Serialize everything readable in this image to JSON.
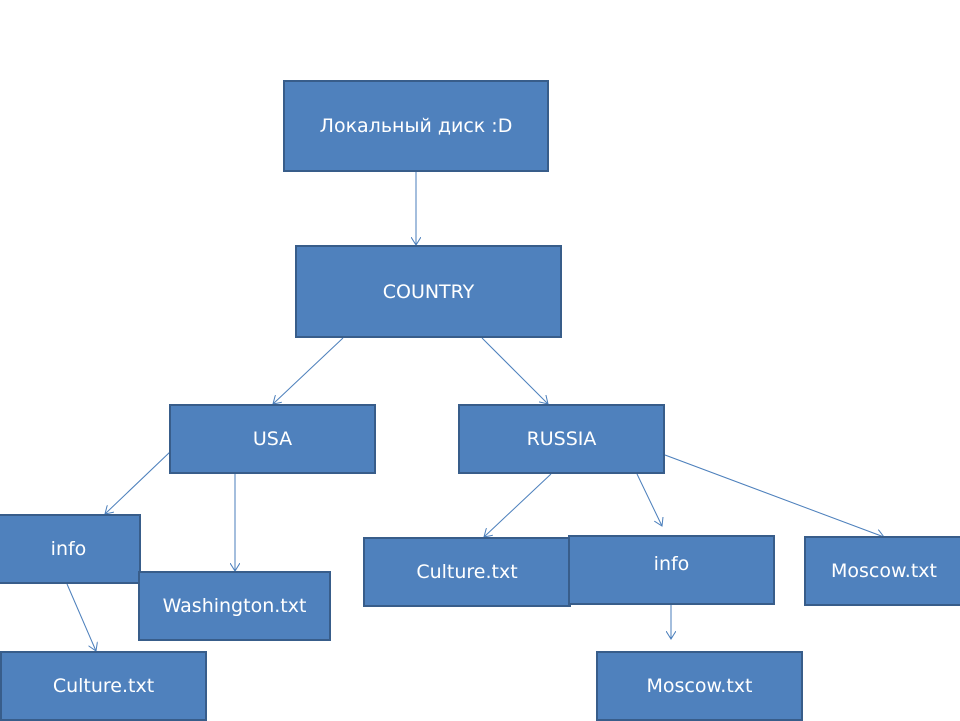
{
  "diagram": {
    "title": "Folder tree",
    "colors": {
      "node_fill": "#4f81bd",
      "node_border": "#385d8a",
      "link": "#4a7ebb",
      "text": "#ffffff"
    },
    "nodes": {
      "root": {
        "label": "Локальный диск :D"
      },
      "country": {
        "label": "COUNTRY"
      },
      "usa": {
        "label": "USA"
      },
      "russia": {
        "label": "RUSSIA"
      },
      "usa_info": {
        "label": "info"
      },
      "washington": {
        "label": "Washington.txt"
      },
      "usa_culture": {
        "label": "Culture.txt"
      },
      "ru_culture": {
        "label": "Culture.txt"
      },
      "ru_info": {
        "label": "info"
      },
      "ru_moscow": {
        "label": "Moscow.txt"
      },
      "ru_info_moscow": {
        "label": "Moscow.txt"
      }
    },
    "edges": [
      {
        "from": "root",
        "to": "country"
      },
      {
        "from": "country",
        "to": "usa"
      },
      {
        "from": "country",
        "to": "russia"
      },
      {
        "from": "usa",
        "to": "usa_info"
      },
      {
        "from": "usa",
        "to": "washington"
      },
      {
        "from": "usa_info",
        "to": "usa_culture"
      },
      {
        "from": "russia",
        "to": "ru_culture"
      },
      {
        "from": "russia",
        "to": "ru_info"
      },
      {
        "from": "russia",
        "to": "ru_moscow"
      },
      {
        "from": "ru_info",
        "to": "ru_info_moscow"
      }
    ]
  }
}
